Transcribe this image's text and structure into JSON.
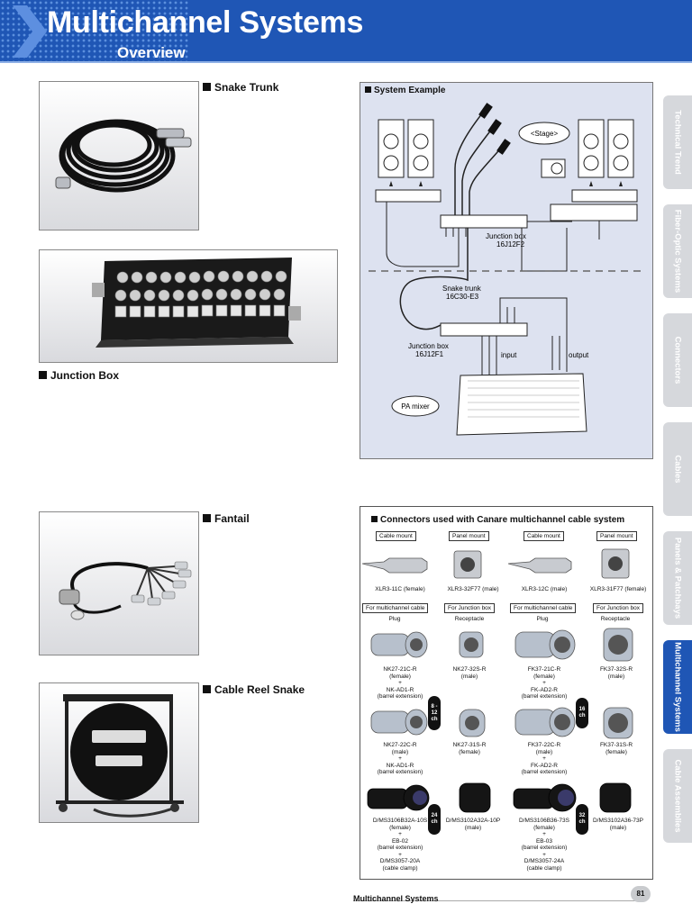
{
  "header": {
    "title": "Multichannel Systems",
    "subtitle": "Overview"
  },
  "products": {
    "snake_trunk": "Snake Trunk",
    "junction_box": "Junction Box",
    "fantail": "Fantail",
    "cable_reel_snake": "Cable Reel Snake"
  },
  "system_example": {
    "title": "System Example",
    "stage": "<Stage>",
    "junction_box_top": "Junction box",
    "junction_box_top_model": "16J12F2",
    "snake_trunk": "Snake trunk",
    "snake_trunk_model": "16C30-E3",
    "junction_box_bottom": "Junction box",
    "junction_box_bottom_model": "16J12F1",
    "input": "input",
    "output": "output",
    "pa_mixer": "PA mixer"
  },
  "connectors": {
    "title": "Connectors used with Canare multichannel cable system",
    "row1_tags": [
      "Cable mount",
      "Panel mount",
      "Cable mount",
      "Panel mount"
    ],
    "row1_caps": [
      "XLR3-11C (female)",
      "XLR3-32F77 (male)",
      "XLR3-12C (male)",
      "XLR3-31F77 (female)"
    ],
    "row2_tags": [
      "For multichannel cable",
      "For Junction box",
      "For multichannel cable",
      "For Junction box"
    ],
    "row2_hdrs": [
      "Plug",
      "Receptacle",
      "Plug",
      "Receptacle"
    ],
    "row2_caps": [
      "NK27-21C-R\n(female)\n+\nNK-AD1-R\n(barrel extension)",
      "NK27-32S-R\n(male)",
      "FK37-21C-R\n(female)\n+\nFK-AD2-R\n(barrel extension)",
      "FK37-32S-R\n(male)"
    ],
    "row3_caps": [
      "NK27-22C-R\n(male)\n+\nNK-AD1-R\n(barrel extension)",
      "NK27-31S-R\n(female)",
      "FK37-22C-R\n(male)\n+\nFK-AD2-R\n(barrel extension)",
      "FK37-31S-R\n(female)"
    ],
    "row4_caps": [
      "D/MS3106B32A-10S\n(female)\n+\nEB-02\n(barrel extension)\n+\nD/MS3057-20A\n(cable clamp)",
      "D/MS3102A32A-10P\n(male)",
      "D/MS3106B36-73S\n(female)\n+\nEB-03\n(barrel extension)\n+\nD/MS3057-24A\n(cable clamp)",
      "D/MS3102A36-73P\n(male)"
    ],
    "badges": [
      "8\n-\n12\nch",
      "16\nch",
      "24\nch",
      "32\nch"
    ]
  },
  "side_tabs": [
    "Technical Trend",
    "Fiber-Optic Systems",
    "Connectors",
    "Cables",
    "Panels & Patchbays",
    "Multichannel Systems",
    "Cable Assemblies"
  ],
  "footer": {
    "section": "Multichannel Systems",
    "page": "81"
  },
  "colors": {
    "brand_blue": "#1f56b5",
    "tab_gray": "#d6d8dc",
    "diagram_bg": "#dde2f0"
  }
}
